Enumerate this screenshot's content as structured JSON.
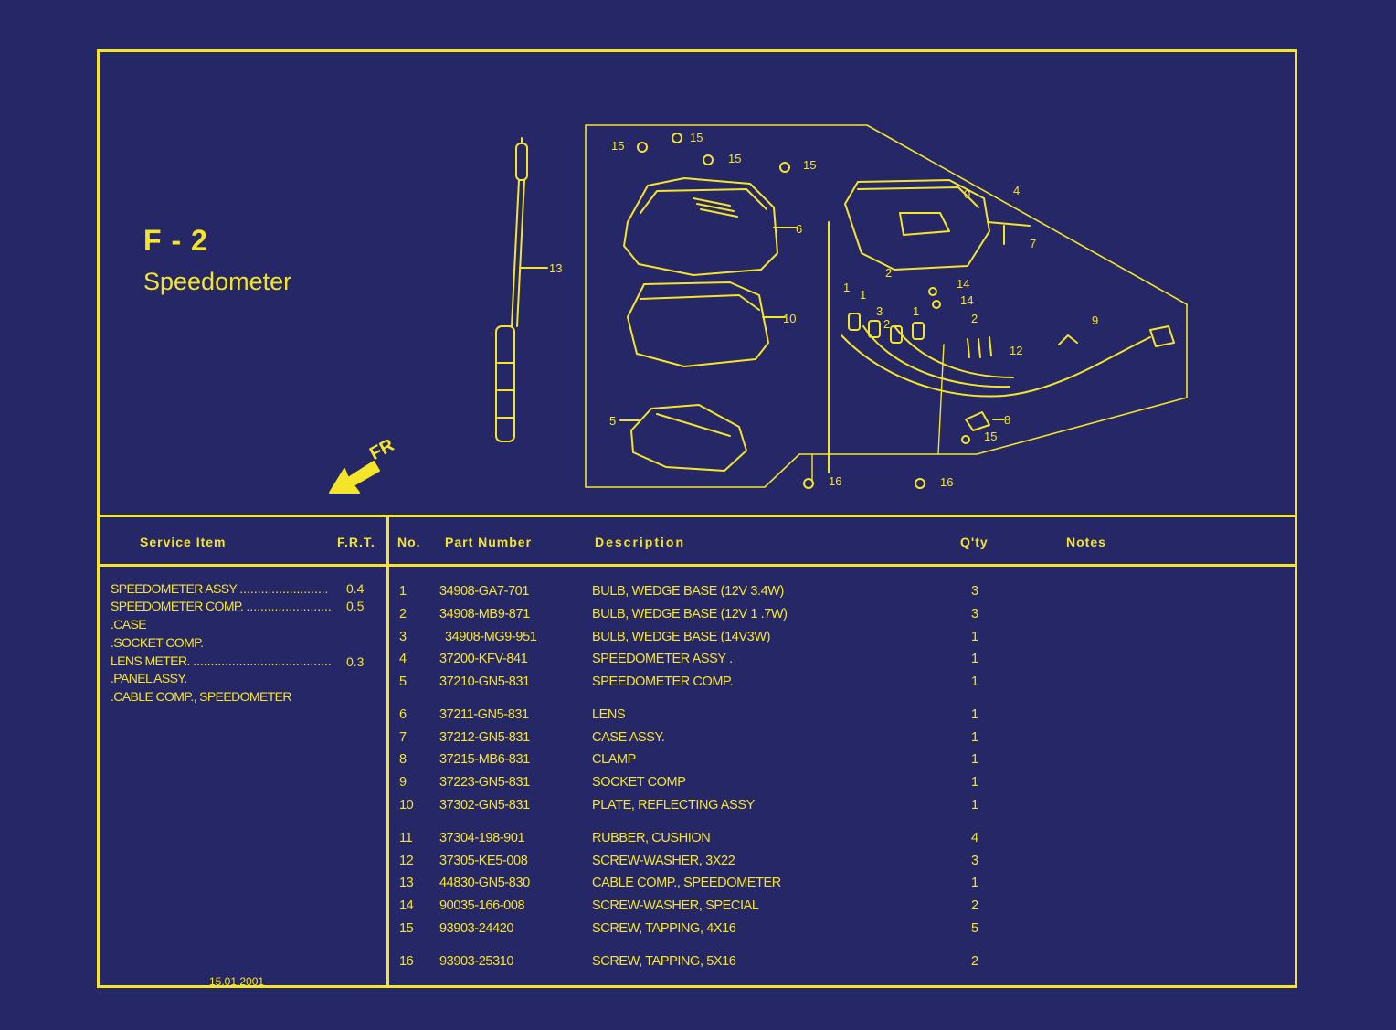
{
  "sheet": {
    "code": "F - 2",
    "title": "Speedometer",
    "direction_label": "FR",
    "date": "15.01.2001"
  },
  "headers": {
    "service_item": "Service Item",
    "frt": "F.R.T.",
    "no": "No.",
    "part_number": "Part Number",
    "description": "Description",
    "qty": "Q'ty",
    "notes": "Notes"
  },
  "service_items": [
    {
      "name": "SPEEDOMETER ASSY",
      "frt": "0.4"
    },
    {
      "name": "SPEEDOMETER COMP.",
      "frt": "0.5"
    },
    {
      "name": ".CASE",
      "frt": ""
    },
    {
      "name": ".SOCKET COMP.",
      "frt": ""
    },
    {
      "name": "LENS METER.",
      "frt": "0.3"
    },
    {
      "name": ".PANEL ASSY.",
      "frt": ""
    },
    {
      "name": ".CABLE COMP., SPEEDOMETER",
      "frt": ""
    }
  ],
  "parts": [
    {
      "no": "1",
      "part_number": "34908-GA7-701",
      "description": "BULB, WEDGE BASE (12V 3.4W)",
      "qty": "3"
    },
    {
      "no": "2",
      "part_number": "34908-MB9-871",
      "description": "BULB, WEDGE BASE (12V 1 .7W)",
      "qty": "3"
    },
    {
      "no": "3",
      "part_number": "34908-MG9-951",
      "description": "BULB, WEDGE BASE (14V3W)",
      "qty": "1"
    },
    {
      "no": "4",
      "part_number": "37200-KFV-841",
      "description": "SPEEDOMETER ASSY .",
      "qty": "1"
    },
    {
      "no": "5",
      "part_number": "37210-GN5-831",
      "description": "SPEEDOMETER COMP.",
      "qty": "1"
    },
    {
      "no": "6",
      "part_number": "37211-GN5-831",
      "description": "LENS",
      "qty": "1"
    },
    {
      "no": "7",
      "part_number": "37212-GN5-831",
      "description": "CASE ASSY.",
      "qty": "1"
    },
    {
      "no": "8",
      "part_number": "37215-MB6-831",
      "description": "CLAMP",
      "qty": "1"
    },
    {
      "no": "9",
      "part_number": "37223-GN5-831",
      "description": "SOCKET COMP",
      "qty": "1"
    },
    {
      "no": "10",
      "part_number": "37302-GN5-831",
      "description": "PLATE, REFLECTING ASSY",
      "qty": "1"
    },
    {
      "no": "11",
      "part_number": "37304-198-901",
      "description": "RUBBER, CUSHION",
      "qty": "4"
    },
    {
      "no": "12",
      "part_number": "37305-KE5-008",
      "description": "SCREW-WASHER, 3X22",
      "qty": "3"
    },
    {
      "no": "13",
      "part_number": "44830-GN5-830",
      "description": "CABLE COMP., SPEEDOMETER",
      "qty": "1"
    },
    {
      "no": "14",
      "part_number": "90035-166-008",
      "description": "SCREW-WASHER, SPECIAL",
      "qty": "2"
    },
    {
      "no": "15",
      "part_number": "93903-24420",
      "description": "SCREW, TAPPING, 4X16",
      "qty": "5"
    },
    {
      "no": "16",
      "part_number": "93903-25310",
      "description": "SCREW, TAPPING, 5X16",
      "qty": "2"
    }
  ],
  "callouts": [
    "15",
    "15",
    "15",
    "15",
    "6",
    "13",
    "10",
    "5",
    "4",
    "7",
    "0",
    "2",
    "14",
    "14",
    "2",
    "1",
    "1",
    "3",
    "2",
    "1",
    "12",
    "9",
    "8",
    "15",
    "16",
    "16"
  ],
  "colors": {
    "background": "#262766",
    "ink": "#F5E52A"
  }
}
